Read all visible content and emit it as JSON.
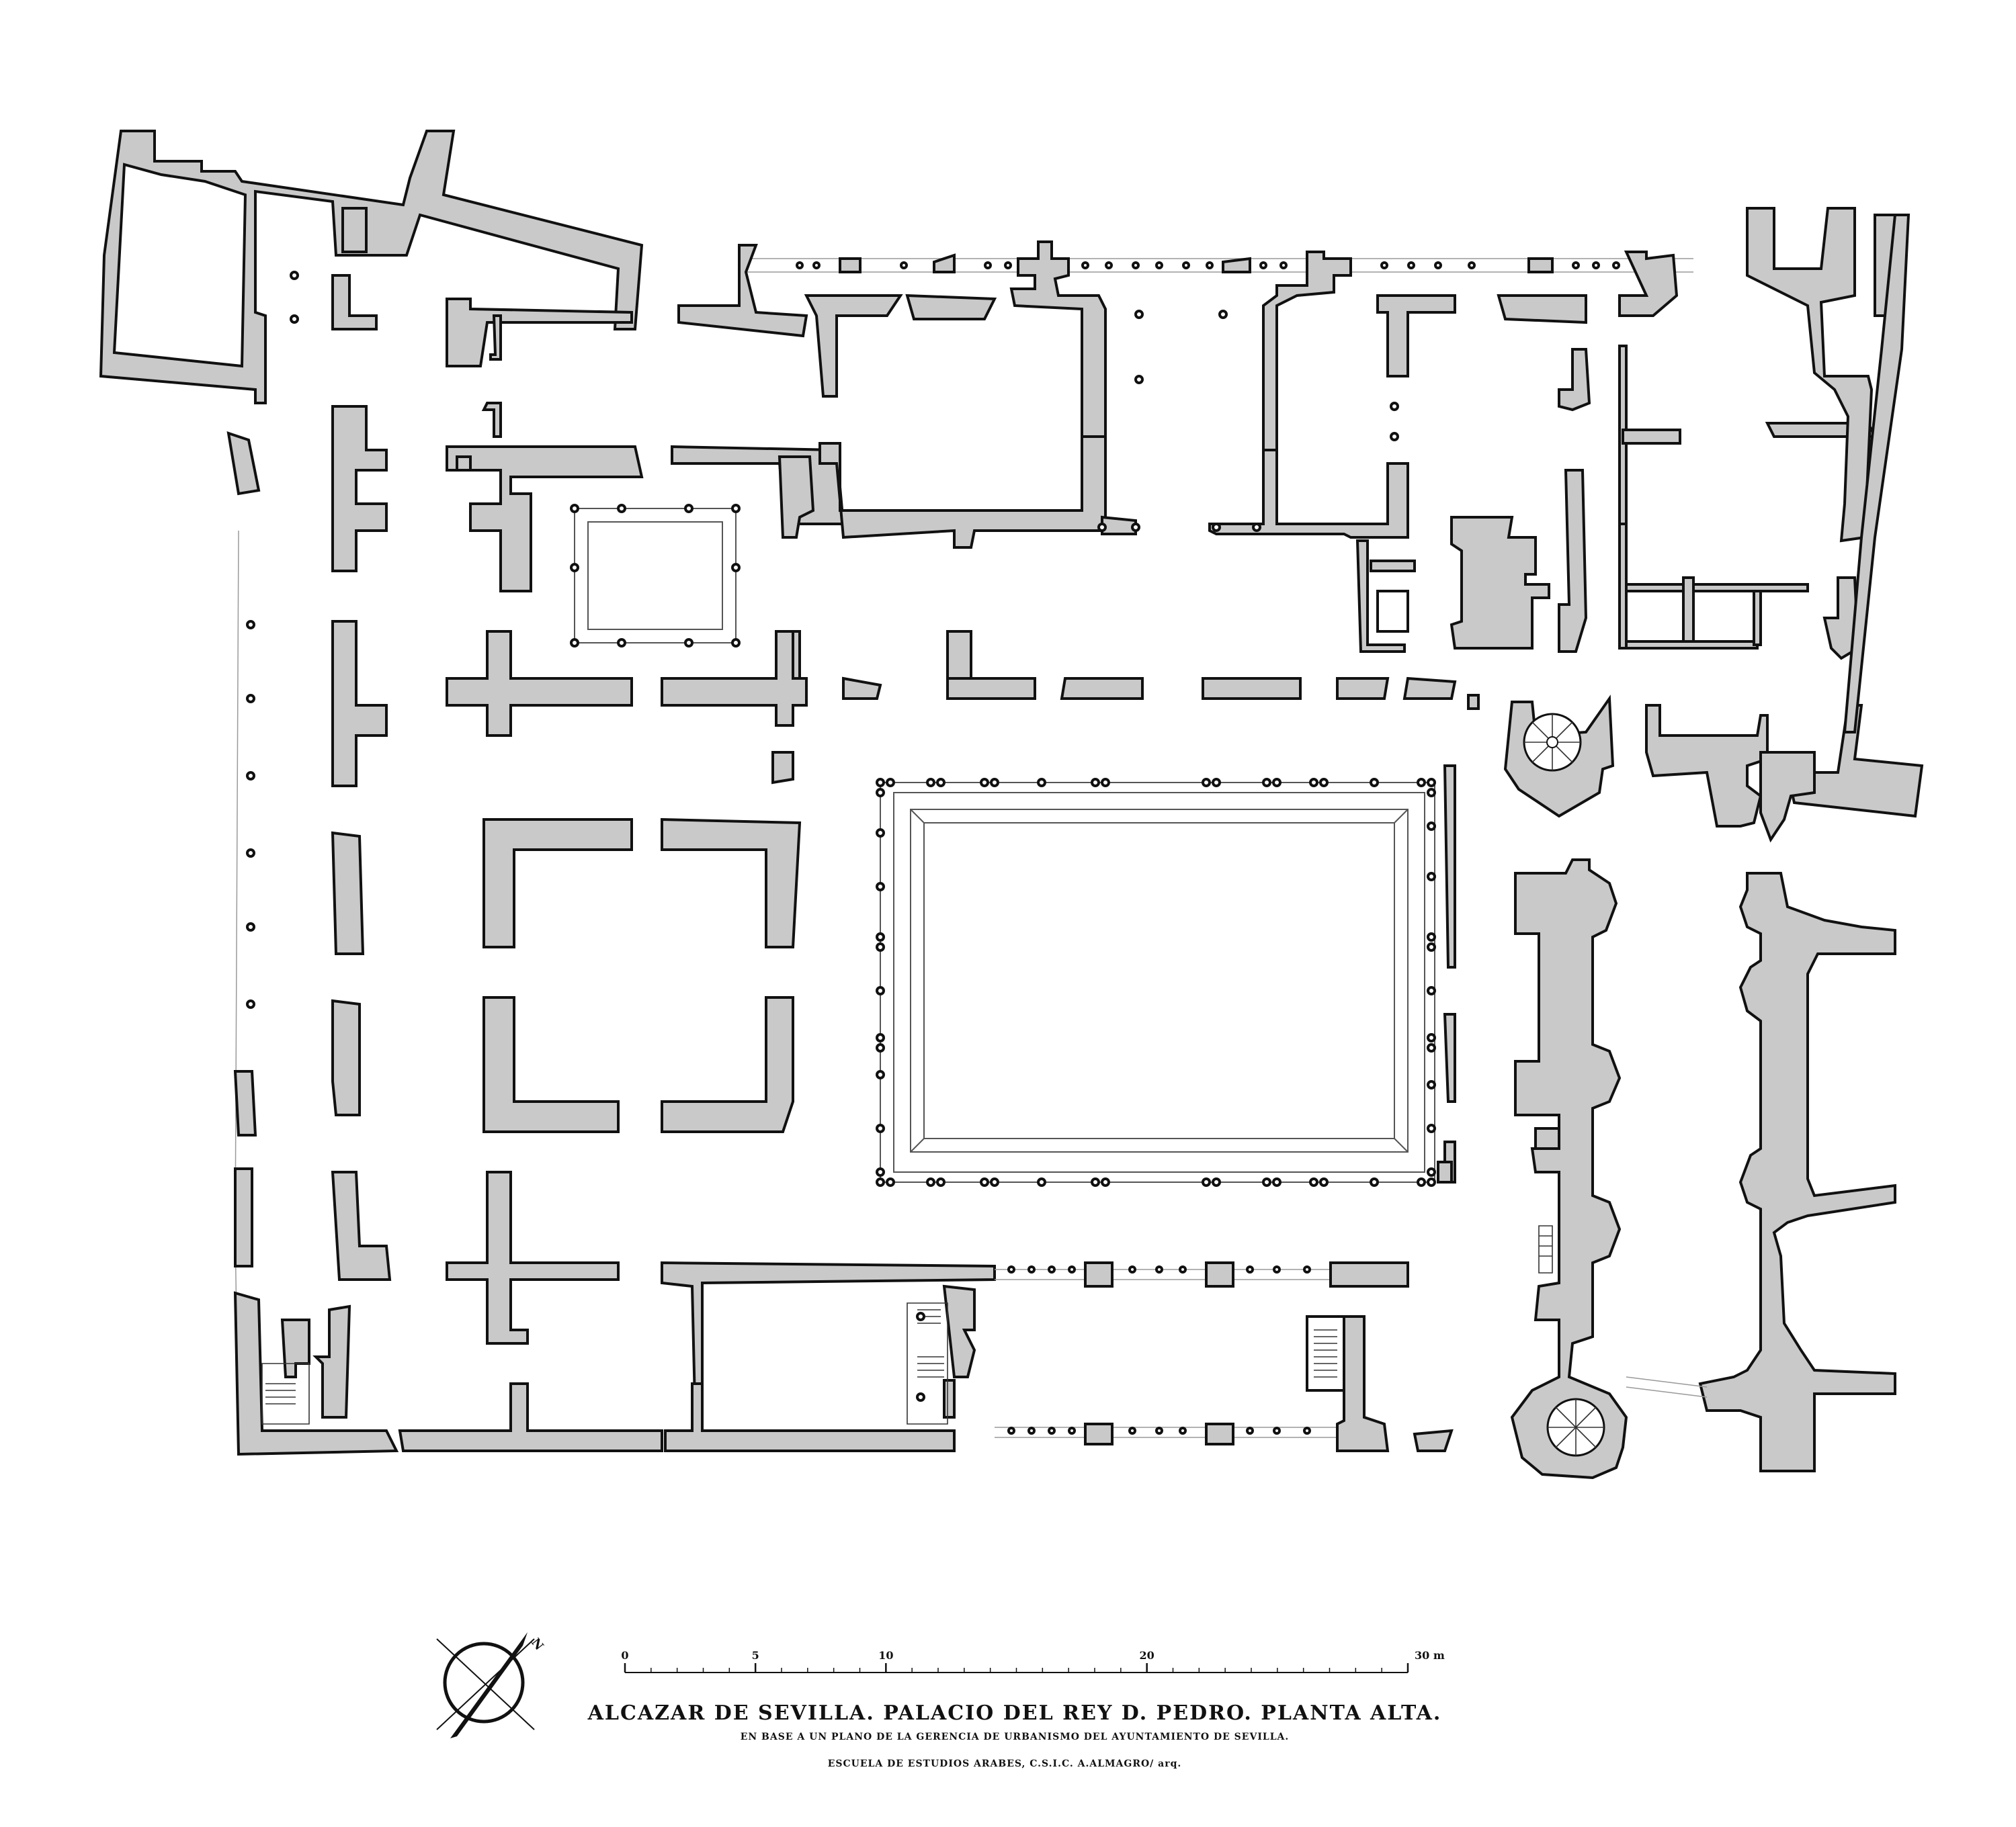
{
  "plan": {
    "title": "ALCAZAR DE SEVILLA. PALACIO DEL REY D. PEDRO. PLANTA ALTA.",
    "subtitle": "EN BASE A UN PLANO DE LA GERENCIA DE URBANISMO DEL AYUNTAMIENTO DE SEVILLA.",
    "credit": "ESCUELA DE ESTUDIOS ARABES, C.S.I.C. A.ALMAGRO/ arq.",
    "north_label": "N"
  },
  "scale_bar": {
    "ticks": [
      {
        "value": 0,
        "label": "0"
      },
      {
        "value": 5,
        "label": "5"
      },
      {
        "value": 10,
        "label": "10"
      },
      {
        "value": 20,
        "label": "20"
      },
      {
        "value": 30,
        "label": "30 m"
      }
    ]
  },
  "colors": {
    "wall_fill": "#c9c9c9",
    "wall_stroke": "#111111",
    "background": "#ffffff"
  }
}
